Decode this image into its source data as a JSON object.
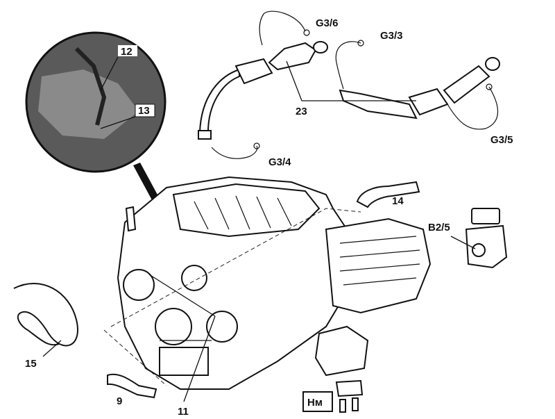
{
  "labels": {
    "g36": "G3/6",
    "g33": "G3/3",
    "l23": "23",
    "g35": "G3/5",
    "g34": "G3/4",
    "l12": "12",
    "l13": "13",
    "l14": "14",
    "b25": "B2/5",
    "l15": "15",
    "l9": "9",
    "l11": "11",
    "nm": "Нм"
  }
}
